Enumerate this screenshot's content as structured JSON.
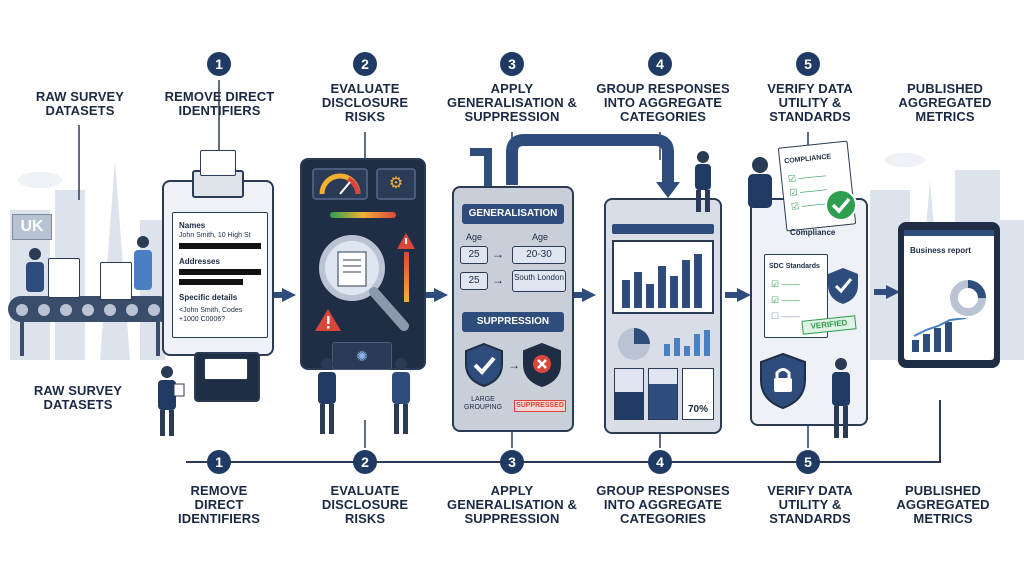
{
  "top_row": {
    "source_label": "RAW SURVEY DATASETS",
    "steps": [
      {
        "number": "1",
        "label": "REMOVE DIRECT IDENTIFIERS"
      },
      {
        "number": "2",
        "label": "EVALUATE DISCLOSURE RISKS"
      },
      {
        "number": "3",
        "label": "APPLY GENERALISATION & SUPPRESSION"
      },
      {
        "number": "4",
        "label": "GROUP RESPONSES INTO AGGREGATE CATEGORIES"
      },
      {
        "number": "5",
        "label": "VERIFY DATA UTILITY & STANDARDS"
      }
    ],
    "output_label": "PUBLISHED AGGREGATED METRICS"
  },
  "bottom_row": {
    "source_label": "RAW SURVEY DATASETS",
    "steps": [
      {
        "number": "1",
        "label": "REMOVE DIRECT IDENTIFIERS"
      },
      {
        "number": "2",
        "label": "EVALUATE DISCLOSURE RISKS"
      },
      {
        "number": "3",
        "label": "APPLY GENERALISATION & SUPPRESSION"
      },
      {
        "number": "4",
        "label": "GROUP RESPONSES INTO AGGREGATE CATEGORIES"
      },
      {
        "number": "5",
        "label": "VERIFY DATA UTILITY & STANDARDS"
      }
    ],
    "output_label": "PUBLISHED AGGREGATED METRICS"
  },
  "scene": {
    "uk_sign": "UK"
  },
  "identifier_doc": {
    "names_title": "Names",
    "names_value": "John Smith, 10 High St",
    "addresses_title": "Addresses",
    "details_title": "Specific details",
    "details_value": "<John Smith, Codes +1000 C0006?"
  },
  "generalisation": {
    "title": "GENERALISATION",
    "left_label": "Age",
    "right_label": "Age",
    "rows": [
      {
        "from": "25",
        "to": "20-30"
      },
      {
        "from": "25",
        "to": "South London"
      }
    ],
    "suppression_title": "SUPPRESSION",
    "large_grouping": "LARGE GROUPING",
    "suppressed": "SUPPRESSED"
  },
  "aggregate": {
    "percent": "70%"
  },
  "verify": {
    "compliance": "COMPLIANCE",
    "compliance_sub": "Compliance",
    "sdc": "SDC Standards",
    "verified": "VERIFIED"
  },
  "report": {
    "title": "Business report"
  },
  "colors": {
    "navy": "#1f3a63",
    "dark_panel": "#1f2d45",
    "accent_red": "#d9473b",
    "accent_green": "#2f9e4f",
    "accent_yellow": "#f2b134"
  }
}
